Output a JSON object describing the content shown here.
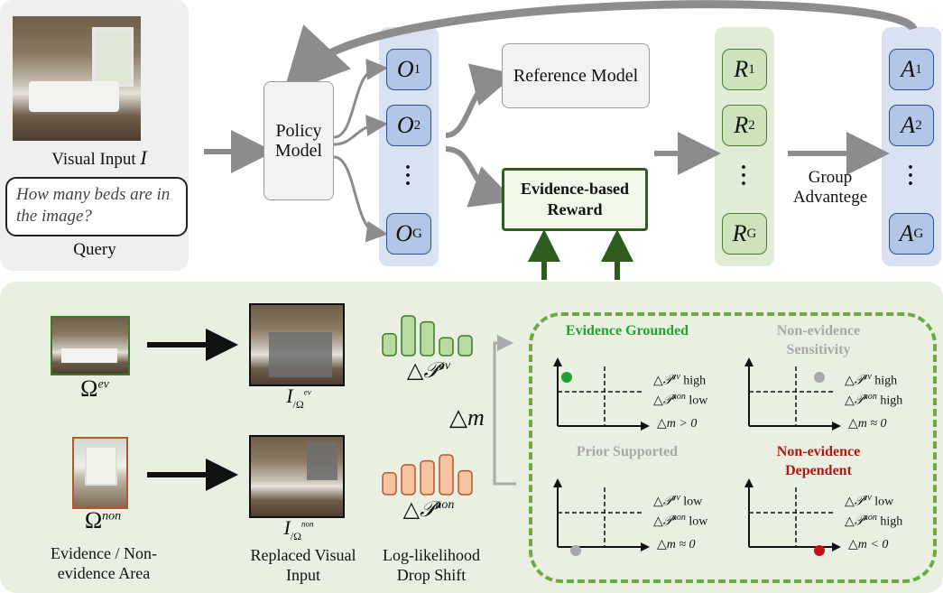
{
  "query_panel": {
    "visual_input_label": "Visual Input",
    "visual_input_symbol": "I",
    "query_text": "How many beds are in the image?",
    "query_label": "Query"
  },
  "policy_model": "Policy Model",
  "outputs": [
    {
      "base": "O",
      "sub": "1"
    },
    {
      "base": "O",
      "sub": "2"
    },
    {
      "base": "O",
      "sub": "G"
    }
  ],
  "reference_model": "Reference Model",
  "evidence_reward": "Evidence-based Reward",
  "rewards": [
    {
      "base": "R",
      "sub": "1"
    },
    {
      "base": "R",
      "sub": "2"
    },
    {
      "base": "R",
      "sub": "G"
    }
  ],
  "group_advantage": "Group Advantege",
  "advantages": [
    {
      "base": "A",
      "sub": "1"
    },
    {
      "base": "A",
      "sub": "2"
    },
    {
      "base": "A",
      "sub": "G"
    }
  ],
  "bottom": {
    "omega_ev": "Ω",
    "omega_ev_sup": "ev",
    "omega_non": "Ω",
    "omega_non_sup": "non",
    "i_ev": "I",
    "i_ev_sub": "/Ω",
    "i_ev_sup": "ev",
    "i_non": "I",
    "i_non_sub": "/Ω",
    "i_non_sup": "non",
    "delta_p_ev": "△𝒫",
    "delta_p_ev_sup": "ev",
    "delta_p_non": "△𝒫",
    "delta_p_non_sup": "non",
    "delta_m": "△m",
    "evidence_area_label": "Evidence / Non-evidence Area",
    "replaced_label": "Replaced Visual Input",
    "log_likelihood_label": "Log-likelihood Drop Shift"
  },
  "quadrants": [
    {
      "title": "Evidence Grounded",
      "color": "#22a032",
      "dot": "#22a032",
      "ev": "high",
      "non": "low",
      "m": "△m > 0"
    },
    {
      "title": "Non-evidence Sensitivity",
      "color": "#a8a8a8",
      "dot": "#a8a8a8",
      "ev": "high",
      "non": "high",
      "m": "△m ≈ 0"
    },
    {
      "title": "Prior Supported",
      "color": "#a8a8a8",
      "dot": "#a8a8a8",
      "ev": "low",
      "non": "low",
      "m": "△m ≈ 0"
    },
    {
      "title": "Non-evidence Dependent",
      "color": "#b01818",
      "dot": "#c01414",
      "ev": "low",
      "non": "high",
      "m": "△m < 0"
    }
  ],
  "quad_labels": {
    "p_ev": "△𝒫",
    "p_ev_sup": "ev",
    "p_non": "△𝒫",
    "p_non_sup": "non"
  },
  "bar_data": {
    "ev": [
      0.55,
      1.0,
      0.85,
      0.45,
      0.5
    ],
    "non": [
      0.55,
      0.75,
      0.85,
      1.0,
      0.6
    ]
  },
  "colors": {
    "blue_col": "#d9e2f2",
    "green_col": "#e0ecd6",
    "ev_bar": "#b9dba0",
    "non_bar": "#f5c2a2",
    "arrow_dark": "#2f5b1e",
    "arrow_gray": "#8c8c8c"
  }
}
